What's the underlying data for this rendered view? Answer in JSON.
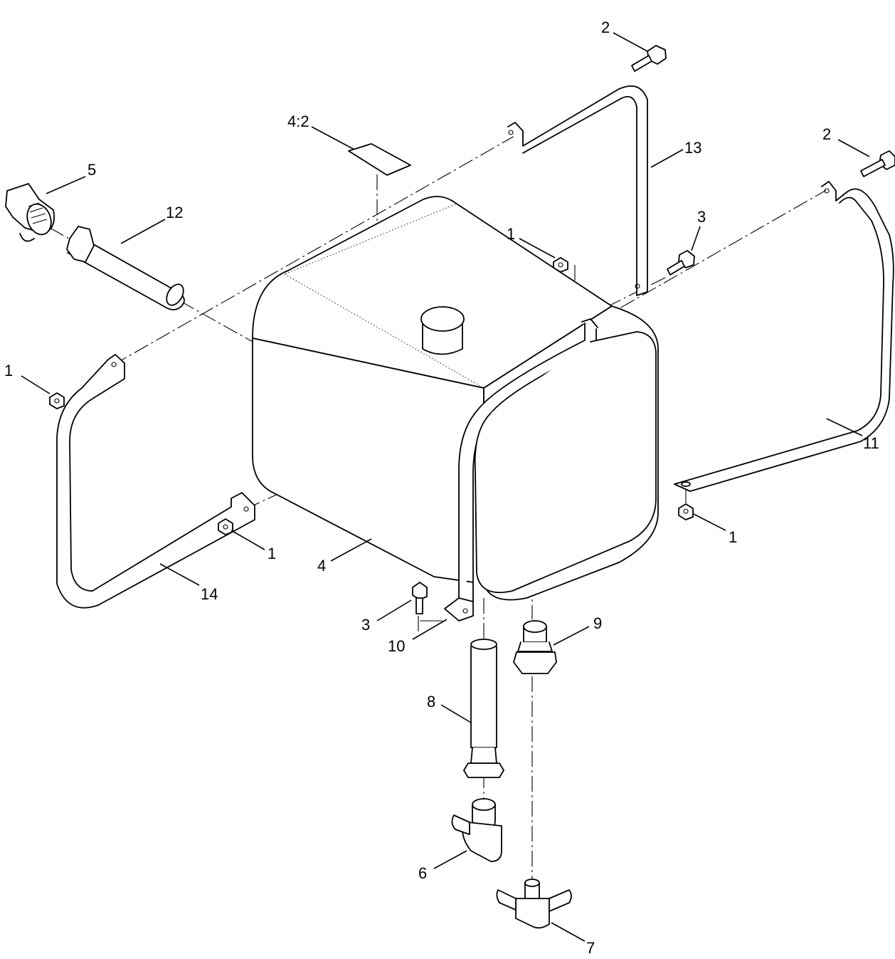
{
  "callouts": [
    {
      "id": "c2a",
      "text": "2"
    },
    {
      "id": "c42",
      "text": "4:2"
    },
    {
      "id": "c13",
      "text": "13"
    },
    {
      "id": "c2b",
      "text": "2"
    },
    {
      "id": "c5",
      "text": "5"
    },
    {
      "id": "c12",
      "text": "12"
    },
    {
      "id": "c3a",
      "text": "3"
    },
    {
      "id": "c1a",
      "text": "1"
    },
    {
      "id": "c1b",
      "text": "1"
    },
    {
      "id": "c11",
      "text": "11"
    },
    {
      "id": "c1c",
      "text": "1"
    },
    {
      "id": "c1d",
      "text": "1"
    },
    {
      "id": "c4",
      "text": "4"
    },
    {
      "id": "c14",
      "text": "14"
    },
    {
      "id": "c3b",
      "text": "3"
    },
    {
      "id": "c9",
      "text": "9"
    },
    {
      "id": "c10",
      "text": "10"
    },
    {
      "id": "c8",
      "text": "8"
    },
    {
      "id": "c6",
      "text": "6"
    },
    {
      "id": "c7",
      "text": "7"
    }
  ]
}
